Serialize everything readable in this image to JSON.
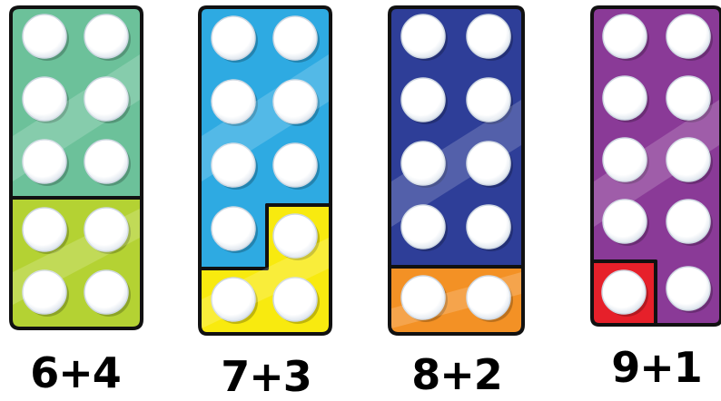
{
  "colors": {
    "green": "#6cc19a",
    "lime": "#b4d233",
    "light_blue": "#2eaae2",
    "yellow": "#f8ea0f",
    "dark_blue": "#2e3e98",
    "orange": "#f39125",
    "purple": "#8a3a97",
    "red": "#e6202a",
    "peg": "#ffffff",
    "outline": "#111111"
  },
  "pairs": [
    {
      "first": {
        "value": 6,
        "color": "green"
      },
      "second": {
        "value": 4,
        "color": "lime"
      },
      "caption": "6+4"
    },
    {
      "first": {
        "value": 7,
        "color": "light_blue"
      },
      "second": {
        "value": 3,
        "color": "yellow"
      },
      "caption": "7+3"
    },
    {
      "first": {
        "value": 8,
        "color": "dark_blue"
      },
      "second": {
        "value": 2,
        "color": "orange"
      },
      "caption": "8+2"
    },
    {
      "first": {
        "value": 9,
        "color": "purple"
      },
      "second": {
        "value": 1,
        "color": "red"
      },
      "caption": "9+1"
    }
  ]
}
